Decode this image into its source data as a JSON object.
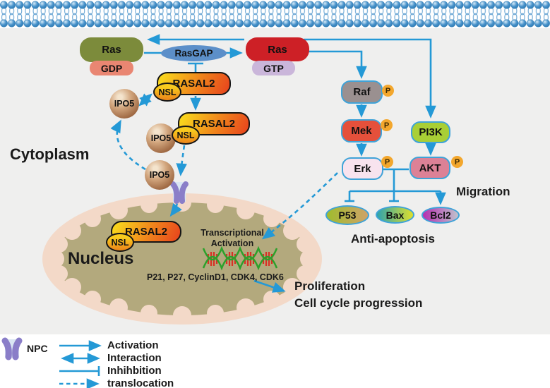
{
  "molecules": {
    "ras_inactive": "Ras",
    "gdp": "GDP",
    "rasgap": "RasGAP",
    "ras_active": "Ras",
    "gtp": "GTP",
    "rasal2": "RASAL2",
    "nsl": "NSL",
    "ipo5": "IPO5",
    "raf": "Raf",
    "mek": "Mek",
    "pi3k": "PI3K",
    "erk": "Erk",
    "akt": "AKT",
    "p53": "P53",
    "bax": "Bax",
    "bcl2": "Bcl2",
    "phospho": "P"
  },
  "labels": {
    "cytoplasm": "Cytoplasm",
    "nucleus": "Nucleus",
    "migration": "Migration",
    "anti_apoptosis": "Anti-apoptosis",
    "transcriptional_line1": "Transcriptional",
    "transcriptional_line2": "Activation",
    "target_genes": "P21, P27, CyclinD1, CDK4, CDK6",
    "proliferation": "Proliferation",
    "cell_cycle": "Cell cycle progression"
  },
  "legend": {
    "npc": "NPC",
    "activation": "Activation",
    "interaction": "Interaction",
    "inhibition": "Inhihbition",
    "translocation": "translocation"
  },
  "colors": {
    "arrow_blue": "#2499d6",
    "membrane_ball": "#4a94cc",
    "cytoplasm_bg": "#efefee",
    "ras_inactive": "#7c8b3b",
    "ras_active": "#cd2026",
    "gdp": "#e98672",
    "gtp": "#cab6da",
    "rasgap": "#5c8fc9",
    "rasal2_gradient": [
      "#f8d31d",
      "#f0841c",
      "#e8491d"
    ],
    "nsl": "#f2a71f",
    "ipo5": "#a87050",
    "raf": "#9a9090",
    "mek": "#e5503b",
    "pi3k": "#a9cf35",
    "erk": "#f8e3ee",
    "akt": "#dc8196",
    "phospho": "#f3a72d",
    "p53_gradient": [
      "#a0bc2e",
      "#cfa368"
    ],
    "bax_gradient": [
      "#2fa3ad",
      "#dfe02b"
    ],
    "bcl2_gradient": [
      "#b62fb0",
      "#bfc3cc"
    ],
    "nucleus_rim": "#f3d9c8",
    "nucleus_fill": "#b3a97d",
    "npc_purple": "#8a7ec8"
  }
}
